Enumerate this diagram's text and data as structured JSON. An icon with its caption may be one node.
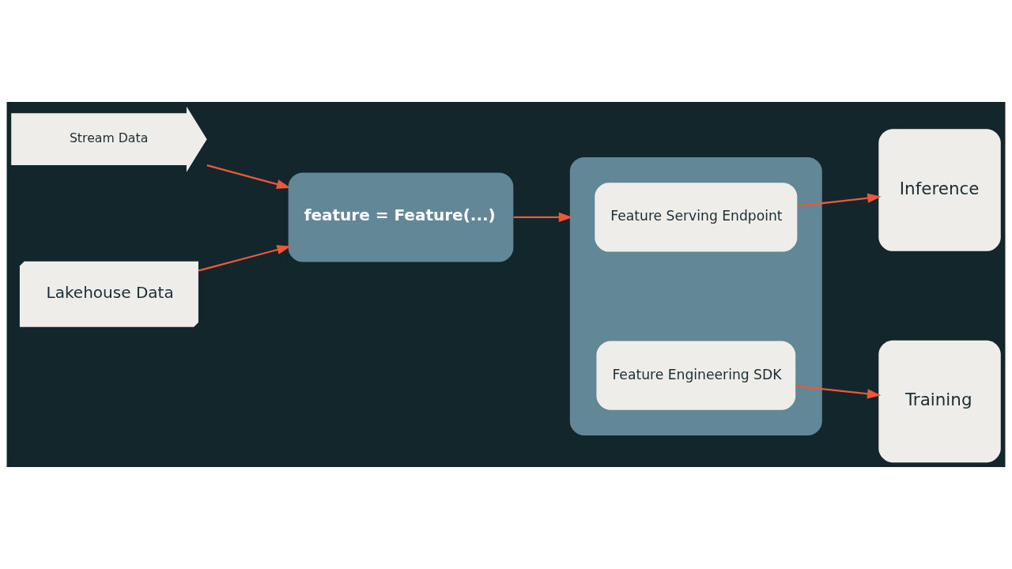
{
  "diagram": {
    "nodes": [
      {
        "text": [
          "Stream Data"
        ]
      },
      {
        "text": [
          "Lakehouse Data"
        ]
      },
      {
        "text": [
          "feature = Feature(...)"
        ]
      },
      {
        "text": [],
        "shape": "box"
      },
      {
        "text": [
          "Feature Serving Endpoint"
        ],
        "in": 3
      },
      {
        "text": [
          "Feature Engineering SDK"
        ],
        "in": 3
      },
      {
        "text": [
          "Inference"
        ]
      },
      {
        "text": [
          "Training"
        ]
      }
    ],
    "edges": [
      {
        "from": 0,
        "to": 2,
        "arrow": "to"
      },
      {
        "from": 1,
        "to": 2,
        "arrow": "to"
      },
      {
        "from": 2,
        "to": 3,
        "arrow": "to"
      },
      {
        "from": 4,
        "to": 6,
        "arrow": "to"
      },
      {
        "from": 5,
        "to": 7,
        "arrow": "to"
      }
    ]
  }
}
